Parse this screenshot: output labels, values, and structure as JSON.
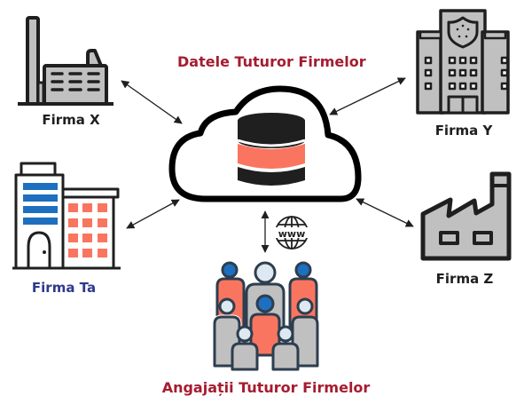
{
  "title": "Datele Tuturor Firmelor",
  "bottom_title": "Angajații Tuturor Firmelor",
  "nodes": {
    "firma_x": {
      "label": "Firma X",
      "icon": "factory-chimney-icon"
    },
    "firma_y": {
      "label": "Firma Y",
      "icon": "office-building-shield-icon"
    },
    "firma_ta": {
      "label": "Firma Ta",
      "icon": "office-buildings-icon"
    },
    "firma_z": {
      "label": "Firma Z",
      "icon": "factory-icon"
    },
    "cloud": {
      "icon": "cloud-database-icon"
    },
    "employees": {
      "icon": "people-group-icon"
    },
    "www": {
      "icon": "globe-www-icon",
      "text": "www"
    }
  },
  "colors": {
    "title_red": "#a51c30",
    "own_firm_blue": "#2e3a8c",
    "accent_coral": "#fa7560",
    "accent_blue": "#1e6fbf",
    "building_gray": "#c0c0c0",
    "outline": "#1f1f1f"
  }
}
